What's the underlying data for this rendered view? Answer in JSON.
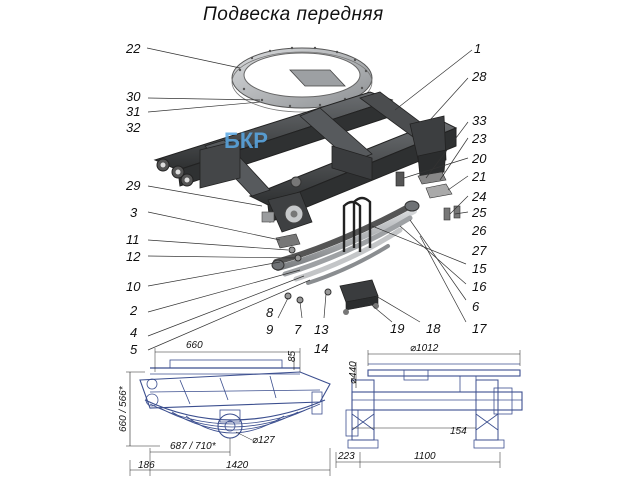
{
  "title": "Подвеска передняя",
  "watermark": "БКР",
  "colors": {
    "metal_dark": "#3f4142",
    "metal_mid": "#7a7d80",
    "metal_light": "#c4c6c8",
    "line": "#333333",
    "watermark": "#5aa9e6",
    "drawing_blue": "#3c4f8f"
  },
  "callouts": [
    {
      "id": "c22",
      "label": "22"
    },
    {
      "id": "c1",
      "label": "1"
    },
    {
      "id": "c30",
      "label": "30"
    },
    {
      "id": "c31",
      "label": "31"
    },
    {
      "id": "c32",
      "label": "32"
    },
    {
      "id": "c28",
      "label": "28"
    },
    {
      "id": "c33",
      "label": "33"
    },
    {
      "id": "c23",
      "label": "23"
    },
    {
      "id": "c20",
      "label": "20"
    },
    {
      "id": "c21",
      "label": "21"
    },
    {
      "id": "c24",
      "label": "24"
    },
    {
      "id": "c25",
      "label": "25"
    },
    {
      "id": "c26",
      "label": "26"
    },
    {
      "id": "c27",
      "label": "27"
    },
    {
      "id": "c29",
      "label": "29"
    },
    {
      "id": "c3",
      "label": "3"
    },
    {
      "id": "c11",
      "label": "11"
    },
    {
      "id": "c12",
      "label": "12"
    },
    {
      "id": "c10",
      "label": "10"
    },
    {
      "id": "c2",
      "label": "2"
    },
    {
      "id": "c4",
      "label": "4"
    },
    {
      "id": "c5",
      "label": "5"
    },
    {
      "id": "c8",
      "label": "8"
    },
    {
      "id": "c9",
      "label": "9"
    },
    {
      "id": "c7",
      "label": "7"
    },
    {
      "id": "c13",
      "label": "13"
    },
    {
      "id": "c14",
      "label": "14"
    },
    {
      "id": "c19",
      "label": "19"
    },
    {
      "id": "c18",
      "label": "18"
    },
    {
      "id": "c17",
      "label": "17"
    },
    {
      "id": "c6",
      "label": "6"
    },
    {
      "id": "c16",
      "label": "16"
    },
    {
      "id": "c15",
      "label": "15"
    }
  ],
  "dimensions": {
    "d660_top": "660",
    "d85": "85",
    "d660_566": "660 / 566*",
    "d687_710": "687 / 710*",
    "d127": "⌀127",
    "d186": "186",
    "d1420": "1420",
    "d440": "⌀440",
    "d1012": "⌀1012",
    "d154": "154",
    "d223": "223",
    "d1100": "1100"
  }
}
